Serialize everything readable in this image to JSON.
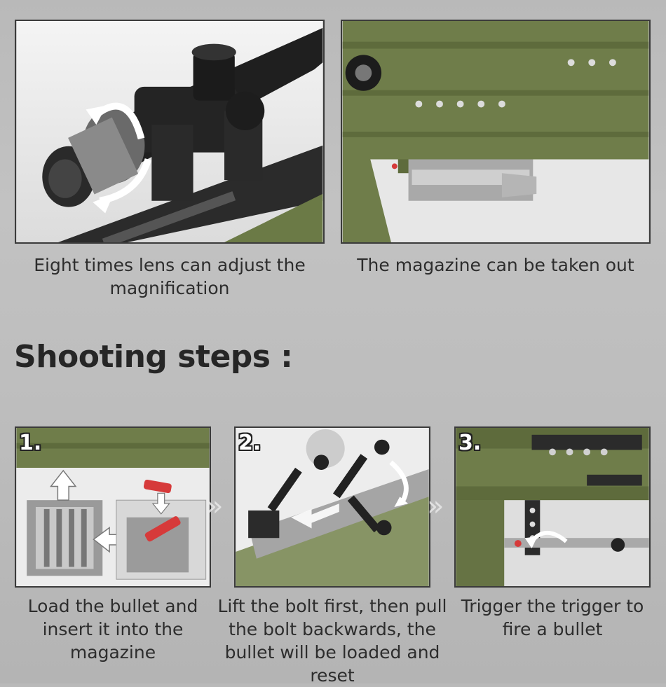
{
  "features": [
    {
      "caption": "Eight times lens can adjust the magnification"
    },
    {
      "caption": "The magazine can be taken out"
    }
  ],
  "section_title": "Shooting steps :",
  "steps": [
    {
      "number": "1.",
      "caption": "Load the bullet and insert it into the magazine"
    },
    {
      "number": "2.",
      "caption": "Lift the bolt first, then pull the bolt backwards, the bullet will be loaded and reset"
    },
    {
      "number": "3.",
      "caption": "Trigger the trigger to fire a bullet"
    }
  ],
  "colors": {
    "background": "#bdbdbd",
    "rifle_green": "#6f7d4a",
    "rifle_black": "#2a2a2a",
    "accent_red": "#d63a3a"
  }
}
